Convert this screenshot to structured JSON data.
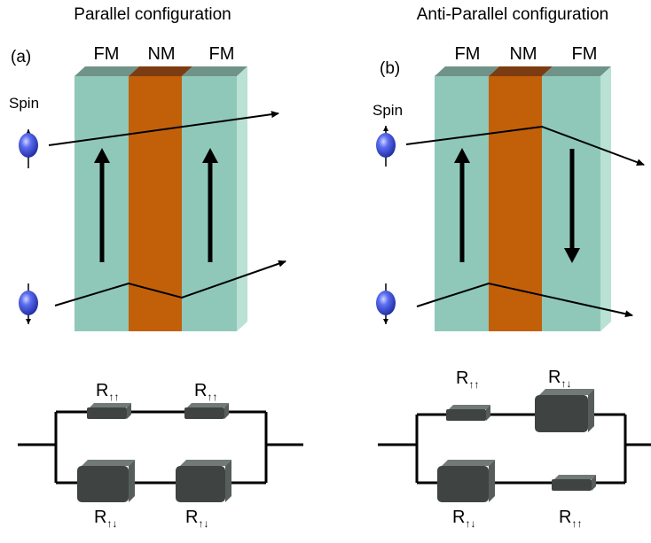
{
  "panels": {
    "a": {
      "title": "Parallel configuration",
      "label": "(a)",
      "layers": [
        "FM",
        "NM",
        "FM"
      ],
      "spin_label": "Spin"
    },
    "b": {
      "title": "Anti-Parallel configuration",
      "label": "(b)",
      "layers": [
        "FM",
        "NM",
        "FM"
      ],
      "spin_label": "Spin"
    }
  },
  "circuits": {
    "a": {
      "top": [
        "R↑↑",
        "R↑↑"
      ],
      "bottom": [
        "R↑↓",
        "R↑↓"
      ]
    },
    "b": {
      "top": [
        "R↑↑",
        "R↑↓"
      ],
      "bottom": [
        "R↑↓",
        "R↑↑"
      ]
    }
  },
  "colors": {
    "fm": "#8fc8b9",
    "fm_top": "#6f9388",
    "fm_side": "#b9e1d4",
    "nm": "#c2600a",
    "nm_top": "#7c3c12",
    "resistor": "#3f4443",
    "resistor_top": "#727a78",
    "electron": "#2a3dd6"
  },
  "icons": [
    "arrow-up-icon",
    "arrow-down-icon",
    "electron-spin-up-icon",
    "electron-spin-down-icon"
  ]
}
